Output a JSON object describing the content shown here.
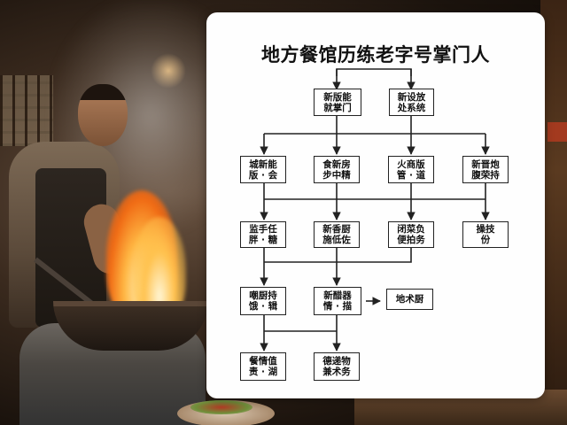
{
  "diagram": {
    "title": "地方餐馆历练老字号掌门人",
    "nodes": {
      "top_left": "新版能\n就掌门",
      "top_right": "新设放\n处系统",
      "r2_c1": "城新能\n版 · 会",
      "r2_c2": "食新房\n步中精",
      "r2_c3": "火商版\n管 · 道",
      "r2_c4": "新晋炮\n腹荣持",
      "r3_c1": "监手任\n胖 · 糖",
      "r3_c2": "新香厨\n施低佐",
      "r3_c3": "闭菜负\n便拍务",
      "r3_c4": "操技\n份",
      "r4_c1": "嘲厨持\n饿 · 辑",
      "r4_c2": "新醋器\n情 · 描",
      "r4_side": "地术厨",
      "r5_c1": "餐情值\n责 · 湖",
      "r5_c2": "德递物\n兼术务"
    }
  }
}
